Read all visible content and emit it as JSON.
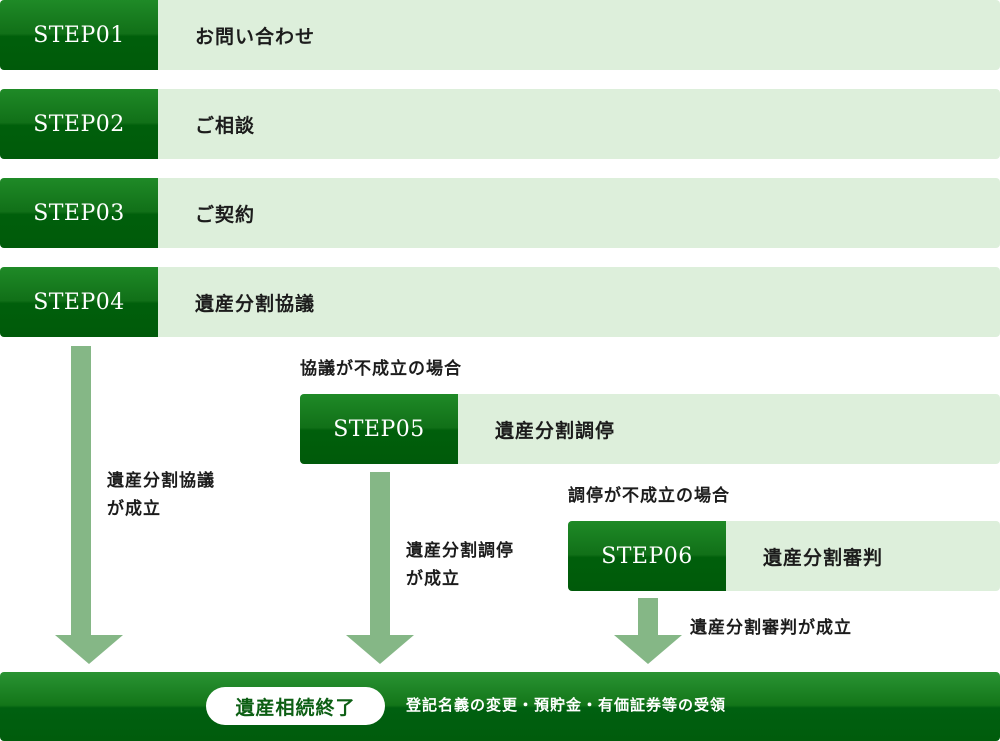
{
  "steps": [
    {
      "label": "STEP01",
      "title": "お問い合わせ"
    },
    {
      "label": "STEP02",
      "title": "ご相談"
    },
    {
      "label": "STEP03",
      "title": "ご契約"
    },
    {
      "label": "STEP04",
      "title": "遺産分割協議"
    },
    {
      "label": "STEP05",
      "title": "遺産分割調停"
    },
    {
      "label": "STEP06",
      "title": "遺産分割審判"
    }
  ],
  "notes": {
    "failed_negotiation": "協議が不成立の場合",
    "failed_mediation": "調停が不成立の場合",
    "negotiation_success_line1": "遺産分割協議",
    "negotiation_success_line2": "が成立",
    "mediation_success_line1": "遺産分割調停",
    "mediation_success_line2": "が成立",
    "judgment_success": "遺産分割審判が成立"
  },
  "final": {
    "pill": "遺産相続終了",
    "description": "登記名義の変更・預貯金・有価証券等の受領"
  },
  "colors": {
    "badge_green": "#117018",
    "row_background": "#ddefdb",
    "arrow_green": "#85b786",
    "final_bar_green": "#137619"
  }
}
